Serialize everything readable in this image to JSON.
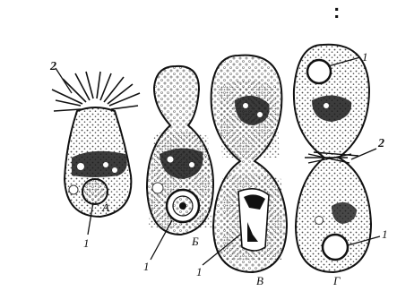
{
  "header_mark": ":",
  "stages": [
    {
      "letter": "A",
      "label_top": "2",
      "label_bottom": "1"
    },
    {
      "letter": "Б",
      "label_bottom": "1"
    },
    {
      "letter": "В",
      "label_bottom": "1"
    },
    {
      "letter": "Г",
      "label_top": "1",
      "label_right_mid": "2",
      "label_right_low": "1"
    }
  ],
  "colors": {
    "ink": "#111111",
    "background": "#ffffff",
    "stipple": "#555555"
  }
}
